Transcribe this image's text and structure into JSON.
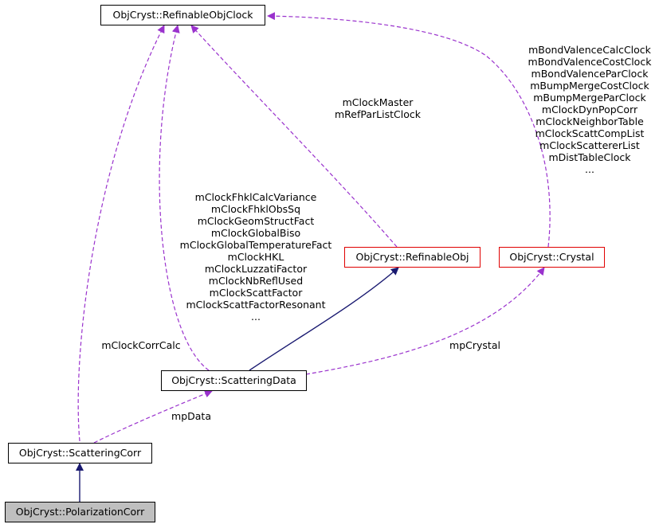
{
  "nodes": {
    "refinable_obj_clock": "ObjCryst::RefinableObjClock",
    "refinable_obj": "ObjCryst::RefinableObj",
    "crystal": "ObjCryst::Crystal",
    "scattering_data": "ObjCryst::ScatteringData",
    "scattering_corr": "ObjCryst::ScatteringCorr",
    "polarization_corr": "ObjCryst::PolarizationCorr"
  },
  "edge_labels": {
    "crystal_clocks": [
      "mBondValenceCalcClock",
      "mBondValenceCostClock",
      "mBondValenceParClock",
      "mBumpMergeCostClock",
      "mBumpMergeParClock",
      "mClockDynPopCorr",
      "mClockNeighborTable",
      "mClockScattCompList",
      "mClockScattererList",
      "mDistTableClock",
      "..."
    ],
    "refinable_obj_clocks": [
      "mClockMaster",
      "mRefParListClock"
    ],
    "scattering_data_clocks": [
      "mClockFhklCalcVariance",
      "mClockFhklObsSq",
      "mClockGeomStructFact",
      "mClockGlobalBiso",
      "mClockGlobalTemperatureFact",
      "mClockHKL",
      "mClockLuzzatiFactor",
      "mClockNbReflUsed",
      "mClockScattFactor",
      "mClockScattFactorResonant",
      "..."
    ],
    "scattering_corr_clock": "mClockCorrCalc",
    "mp_crystal": "mpCrystal",
    "mp_data": "mpData"
  },
  "colors": {
    "inheritance": "#191970",
    "usage": "#9a32cd",
    "node_border": "#000000",
    "external_node_border": "#e00000",
    "highlight_fill": "#bfbfbf"
  }
}
